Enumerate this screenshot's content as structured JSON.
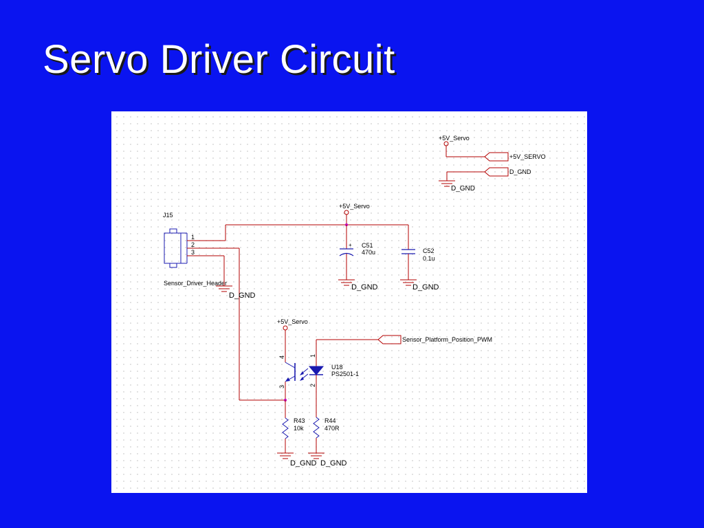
{
  "slide": {
    "title": "Servo Driver Circuit"
  },
  "colors": {
    "background": "#0a14f0",
    "wire": "#b30000",
    "part": "#1a1ab0",
    "junction": "#c000c0"
  },
  "schematic": {
    "power_ports": {
      "top": "+5V_Servo",
      "c51": "+5V_Servo",
      "u18": "+5V_Servo"
    },
    "offpage": {
      "servo_net": "+5V_SERVO",
      "gnd_net": "D_GND",
      "pwm_net": "Sensor_Platform_Position_PWM"
    },
    "grounds": {
      "top": "D_GND",
      "j15": "D_GND",
      "c51": "D_GND",
      "c52": "D_GND",
      "r43": "D_GND",
      "r44": "D_GND"
    },
    "j15": {
      "ref": "J15",
      "value": "Sensor_Driver_Header",
      "pin1": "1",
      "pin2": "2",
      "pin3": "3"
    },
    "c51": {
      "ref": "C51",
      "value": "470u",
      "polarity": "+"
    },
    "c52": {
      "ref": "C52",
      "value": "0.1u"
    },
    "u18": {
      "ref": "U18",
      "value": "PS2501-1",
      "pin1": "1",
      "pin2": "2",
      "pin3": "3",
      "pin4": "4"
    },
    "r43": {
      "ref": "R43",
      "value": "10k"
    },
    "r44": {
      "ref": "R44",
      "value": "470R"
    }
  }
}
